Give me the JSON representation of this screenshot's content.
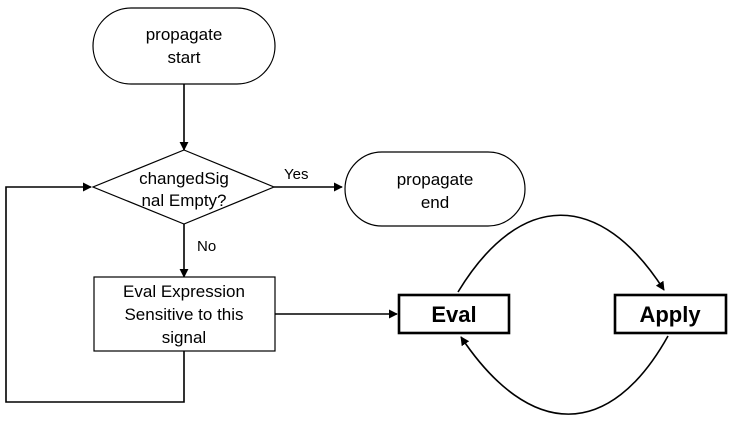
{
  "nodes": {
    "start": {
      "line1": "propagate",
      "line2": "start"
    },
    "decision": {
      "line1": "changedSig",
      "line2": "nal Empty?"
    },
    "end": {
      "line1": "propagate",
      "line2": "end"
    },
    "process": {
      "line1": "Eval Expression",
      "line2": "Sensitive to this",
      "line3": "signal"
    },
    "eval": {
      "label": "Eval"
    },
    "apply": {
      "label": "Apply"
    }
  },
  "edges": {
    "yes_label": "Yes",
    "no_label": "No"
  }
}
